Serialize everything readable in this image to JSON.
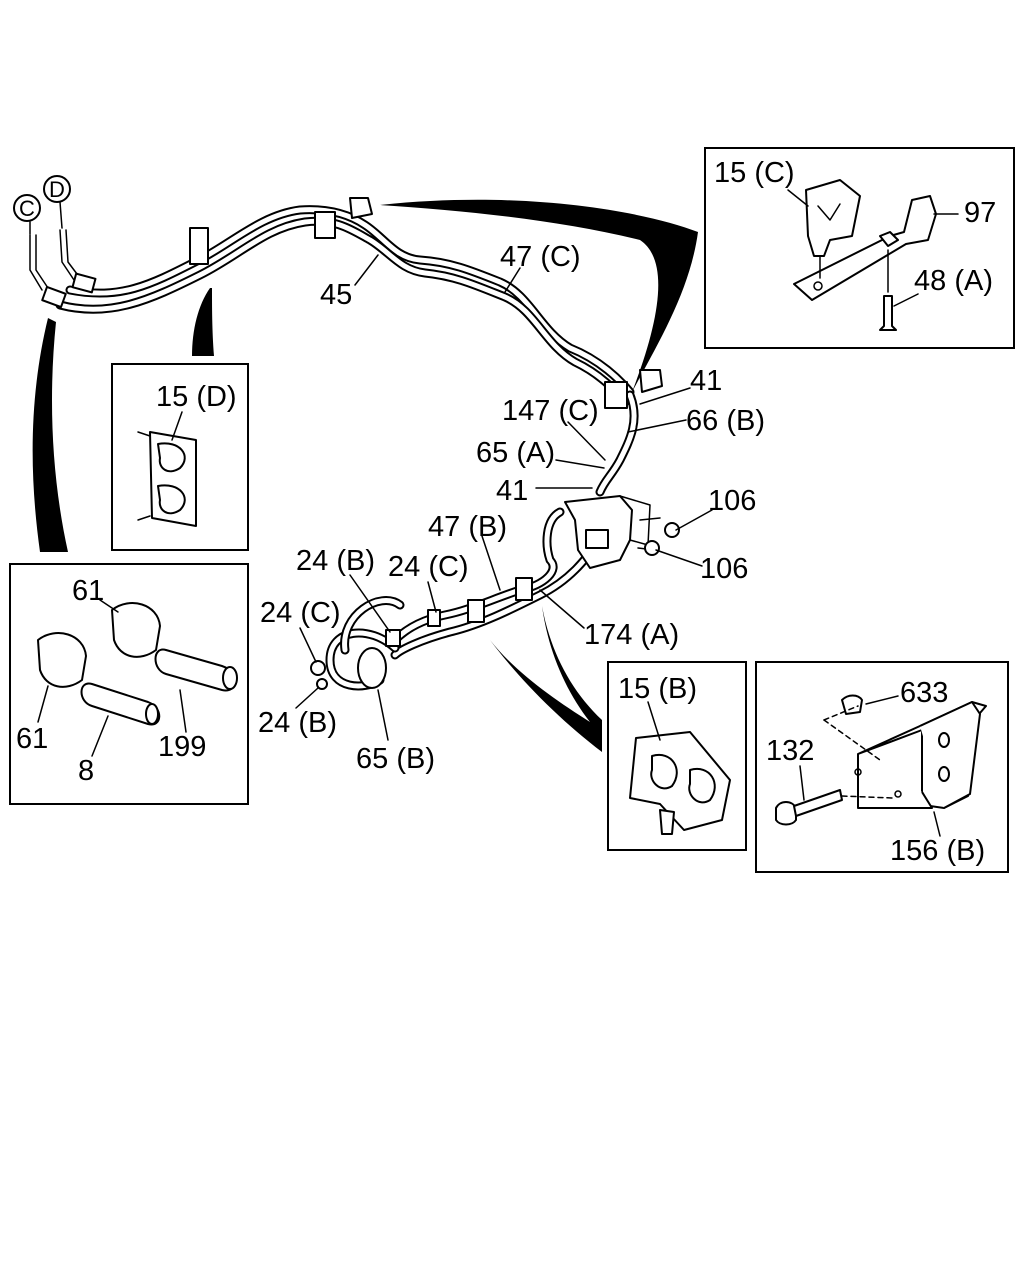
{
  "diagram": {
    "callouts": {
      "circle_c": "C",
      "circle_d": "D",
      "p45": "45",
      "p47c": "47 (C)",
      "p41_top": "41",
      "p147c": "147 (C)",
      "p66b": "66 (B)",
      "p65a": "65 (A)",
      "p41_mid": "41",
      "p106_a": "106",
      "p106_b": "106",
      "p47b": "47 (B)",
      "p24b_top": "24 (B)",
      "p24c_top": "24 (C)",
      "p24c_left": "24 (C)",
      "p24b_bottom": "24 (B)",
      "p65b": "65 (B)",
      "p174a": "174 (A)"
    },
    "inset_15c": {
      "p15c": "15 (C)",
      "p97": "97",
      "p48a": "48 (A)"
    },
    "inset_15d": {
      "p15d": "15 (D)"
    },
    "inset_hose": {
      "p61_top": "61",
      "p61_bottom": "61",
      "p8": "8",
      "p199": "199"
    },
    "inset_15b": {
      "p15b": "15 (B)"
    },
    "inset_bracket": {
      "p633": "633",
      "p132": "132",
      "p156b": "156 (B)"
    }
  }
}
